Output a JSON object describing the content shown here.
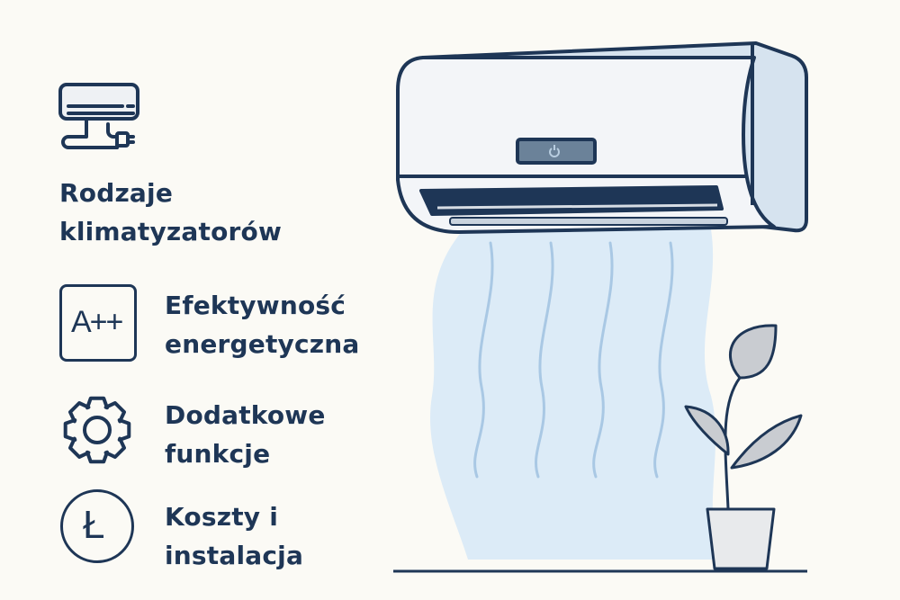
{
  "colors": {
    "background": "#fbfaf5",
    "navy": "#1e3656",
    "air": "#dcebf7",
    "airline": "#a9c8e4",
    "plant": "#c9ccd1"
  },
  "items": [
    {
      "icon": "air-conditioner-plug-icon",
      "label_line1": "Rodzaje",
      "label_line2": "klimatyzatorów"
    },
    {
      "icon": "energy-class-icon",
      "icon_text": "A++",
      "label_line1": "Efektywność",
      "label_line2": "energetyczna"
    },
    {
      "icon": "gear-icon",
      "label_line1": "Dodatkowe",
      "label_line2": "funkcje"
    },
    {
      "icon": "zloty-currency-icon",
      "icon_text": "Ł",
      "label_line1": "Koszty i",
      "label_line2": "instalacja"
    }
  ]
}
